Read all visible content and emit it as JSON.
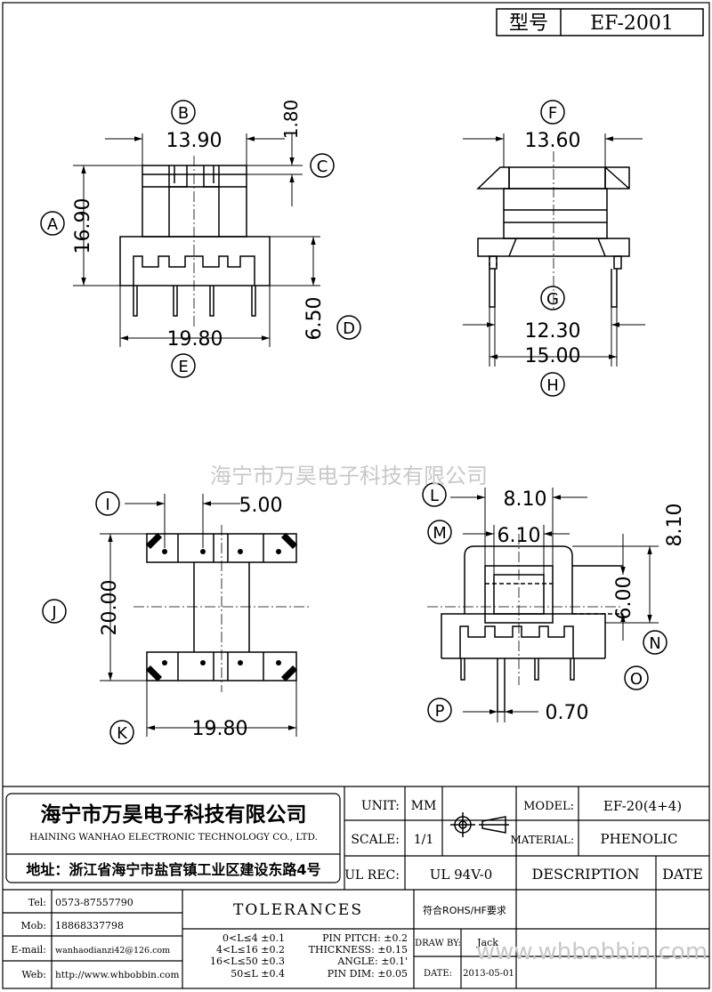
{
  "header_box": {
    "label": "型号",
    "model": "EF-2001"
  },
  "dimensions": {
    "front": {
      "width_top": "13.90",
      "gap": "1.80",
      "height": "16.90",
      "pin_len": "6.50",
      "width_bottom": "19.80"
    },
    "side": {
      "width_top": "13.60",
      "inner": "12.30",
      "outer": "15.00"
    },
    "bottom": {
      "pitch": "5.00",
      "height": "20.00",
      "width": "19.80"
    },
    "right": {
      "width1": "8.10",
      "width2": "6.10",
      "height1": "8.10",
      "height2": "6.00",
      "pin_w": "0.70"
    }
  },
  "markers": [
    "A",
    "B",
    "C",
    "D",
    "E",
    "F",
    "G",
    "H",
    "I",
    "J",
    "K",
    "L",
    "M",
    "N",
    "O",
    "P"
  ],
  "watermark_center": "海宁市万昊电子科技有限公司",
  "watermark_bottom": "www.whbobbin.com",
  "company": {
    "name_cn": "海宁市万昊电子科技有限公司",
    "name_en": "HAINING WANHAO ELECTRONIC TECHNOLOGY CO., LTD.",
    "address": "地址：浙江省海宁市盐官镇工业区建设东路4号"
  },
  "title_block": {
    "unit_label": "UNIT:",
    "unit_value": "MM",
    "scale_label": "SCALE:",
    "scale_value": "1/1",
    "ul_label": "UL REC:",
    "ul_value": "UL 94V-0",
    "model_label": "MODEL:",
    "model_value": "EF-20(4+4)",
    "material_label": "MATERIAL:",
    "material_value": "PHENOLIC",
    "description": "DESCRIPTION",
    "date_header": "DATE",
    "rohs": "符合ROHS/HF要求",
    "draw_label": "DRAW BY:",
    "draw_value": "Jack",
    "date_label": "DATE:",
    "date_value": "2013-05-01"
  },
  "contact": {
    "tel_label": "Tel:",
    "tel": "0573-87557790",
    "mob_label": "Mob:",
    "mob": "18868337798",
    "email_label": "E-mail:",
    "email": "wanhaodianzi42@126.com",
    "web_label": "Web:",
    "web": "http://www.whbobbin.com"
  },
  "tolerances": {
    "title": "TOLERANCES",
    "ranges": [
      "0<L≤4 ±0.1",
      "4<L≤16 ±0.2",
      "16<L≤50 ±0.3",
      "50≤L ±0.4"
    ],
    "specs": [
      "PIN PITCH: ±0.2",
      "THICKNESS: ±0.15",
      "ANGLE: ±0.1'",
      "PIN DIM: ±0.05"
    ]
  }
}
